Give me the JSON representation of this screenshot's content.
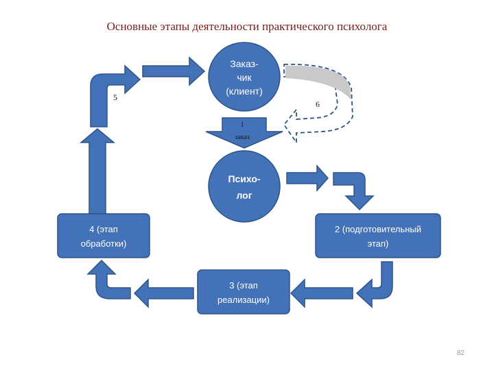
{
  "title": "Основные этапы деятельности практического психолога",
  "nodes": {
    "client": {
      "line1": "Заказ-",
      "line2": "чик",
      "line3": "(клиент)"
    },
    "psychologist": {
      "line1": "Психо-",
      "line2": "лог"
    },
    "stage2": {
      "line1": "2 (подготовительный",
      "line2": "этап)"
    },
    "stage3": {
      "line1": "3 (этап",
      "line2": "реализации)"
    },
    "stage4": {
      "line1": "4 (этап",
      "line2": "обработки)"
    }
  },
  "order_arrow": {
    "number": "1",
    "label": "заказ"
  },
  "labels": {
    "five": "5",
    "six": "6"
  },
  "page_number": "82",
  "colors": {
    "fill": "#4472b9",
    "stroke": "#2d5486",
    "title": "#7a1c1c",
    "dashed": "#2d5486",
    "dashed_fill": "#c9c9c9"
  }
}
